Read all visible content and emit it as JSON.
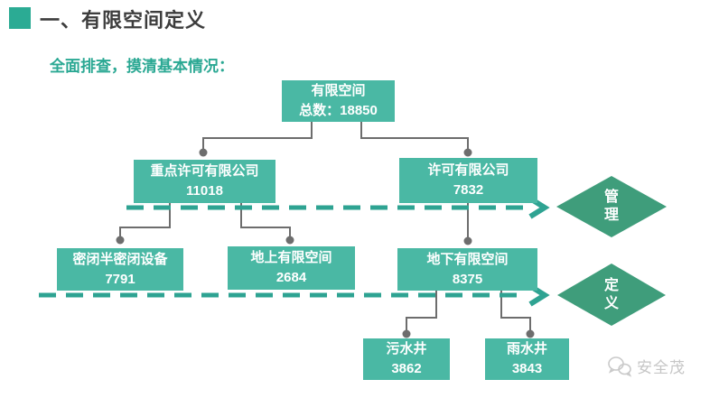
{
  "header": {
    "title": "一、有限空间定义",
    "subtitle": "全面排查，摸清基本情况："
  },
  "nodes": {
    "root": {
      "label": "有限空间",
      "value": "总数：18850"
    },
    "l2_left": {
      "label": "重点许可有限公司",
      "value": "11018"
    },
    "l2_right": {
      "label": "许可有限公司",
      "value": "7832"
    },
    "l3_left": {
      "label": "密闭半密闭设备",
      "value": "7791"
    },
    "l3_mid": {
      "label": "地上有限空间",
      "value": "2684"
    },
    "l3_right": {
      "label": "地下有限空间",
      "value": "8375"
    },
    "l4_left": {
      "label": "污水井",
      "value": "3862"
    },
    "l4_right": {
      "label": "雨水井",
      "value": "3843"
    }
  },
  "diamonds": {
    "management": "管理",
    "definition": "定义"
  },
  "watermark": {
    "label": "安全茂",
    "icon": "wechat-logo"
  },
  "colors": {
    "node_fill": "#4AB8A4",
    "diamond_fill": "#3F9D7B",
    "dashed_arrow": "#2EA392",
    "connector": "#6D6D6D",
    "title_text": "#3D3D3D",
    "accent_text": "#2AA893",
    "title_bullet": "#2BAB94",
    "watermark_text": "#C6C6C6"
  }
}
